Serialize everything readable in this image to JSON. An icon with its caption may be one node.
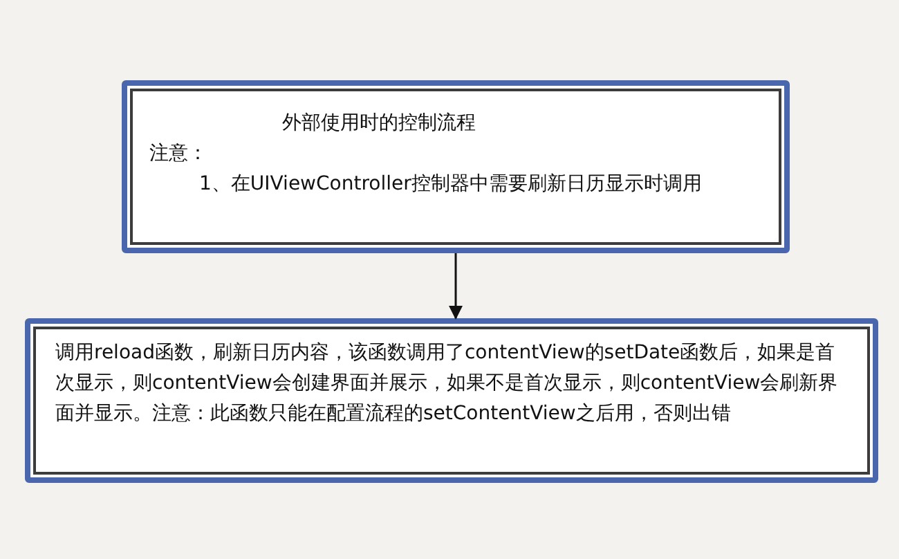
{
  "diagram": {
    "nodes": [
      {
        "text": [
          "外部使用时的控制流程",
          "注意：",
          "1、在UIViewController控制器中需要刷新日历显示时调用"
        ]
      },
      {
        "text": [
          "调用reload函数，刷新日历内容，该函数调用了contentView的setDate函数后，如果是首次显示，则contentView会创建界面并展示，如果不是首次显示，则contentView会刷新界面并显示。注意：此函数只能在配置流程的setContentView之后用，否则出错"
        ]
      }
    ],
    "edges": [
      {
        "from": 0,
        "to": 1,
        "arrow": "to"
      }
    ]
  }
}
